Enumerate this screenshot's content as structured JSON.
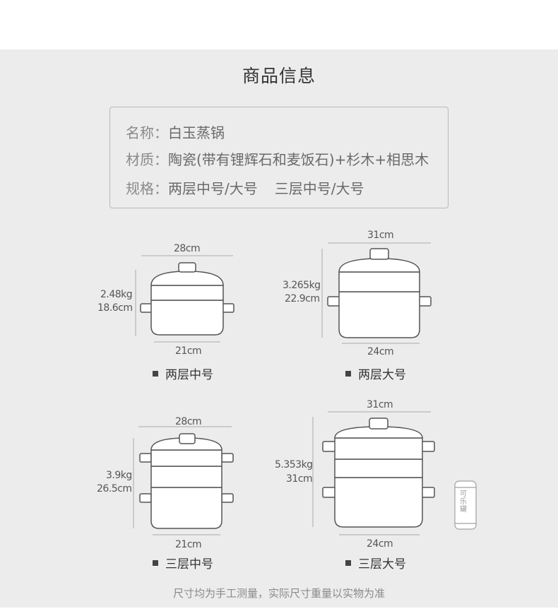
{
  "page": {
    "title": "商品信息",
    "footer_note": "尺寸均为手工测量，实际尺寸重量以实物为准"
  },
  "info": {
    "name": {
      "label": "名称：",
      "value": "白玉蒸锅"
    },
    "material": {
      "label": "材质：",
      "value": "陶瓷(带有锂辉石和麦饭石)+杉木+相思木"
    },
    "spec": {
      "label": "规格：",
      "value_a": "两层中号/大号",
      "value_b": "三层中号/大号"
    }
  },
  "products": [
    {
      "caption": "两层中号",
      "top_width": "28cm",
      "bottom_width": "21cm",
      "weight": "2.48kg",
      "height": "18.6cm"
    },
    {
      "caption": "两层大号",
      "top_width": "31cm",
      "bottom_width": "24cm",
      "weight": "3.265kg",
      "height": "22.9cm"
    },
    {
      "caption": "三层中号",
      "top_width": "28cm",
      "bottom_width": "21cm",
      "weight": "3.9kg",
      "height": "26.5cm"
    },
    {
      "caption": "三层大号",
      "top_width": "31cm",
      "bottom_width": "24cm",
      "weight": "5.353kg",
      "height": "31cm"
    }
  ],
  "reference_can": {
    "text": "可乐罐"
  },
  "colors": {
    "panel": "#ececec",
    "stroke": "#555555",
    "dim_line": "#aaaaaa"
  }
}
